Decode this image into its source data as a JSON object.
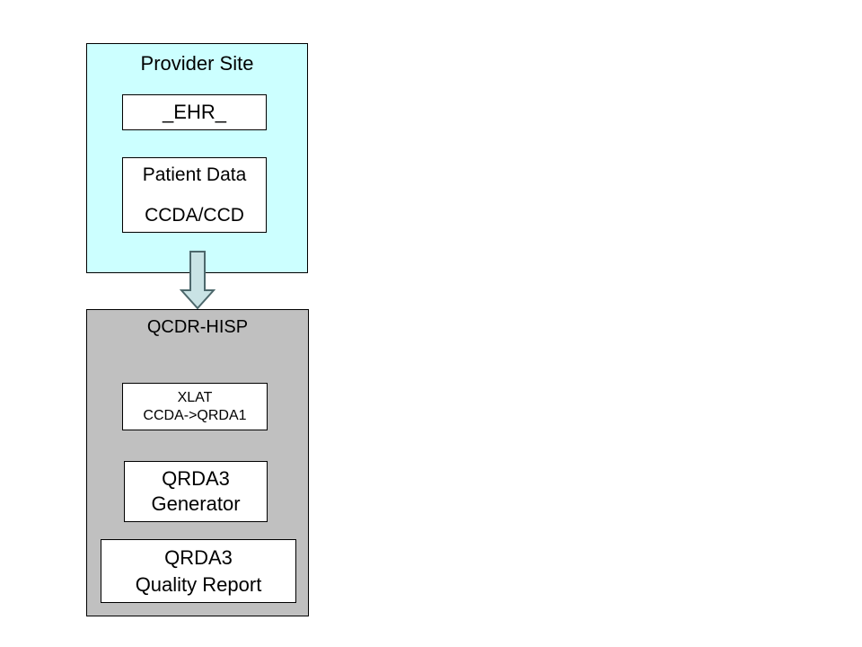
{
  "colors": {
    "page_bg": "#ffffff",
    "provider_fill": "#ccffff",
    "hisp_fill": "#c0c0c0",
    "node_fill": "#ffffff",
    "line": "#000000",
    "text": "#000000",
    "arrow_fill": "#c9e3e5",
    "arrow_border": "#4d686c"
  },
  "provider": {
    "title": "Provider Site",
    "ehr_label": "_EHR_",
    "patient_data_line1": "Patient Data",
    "patient_data_line2": "CCDA/CCD"
  },
  "hisp": {
    "title": "QCDR-HISP",
    "xlat_line1": "XLAT",
    "xlat_line2": "CCDA->QRDA1",
    "generator_line1": "QRDA3",
    "generator_line2": "Generator",
    "report_line1": "QRDA3",
    "report_line2": "Quality Report"
  }
}
